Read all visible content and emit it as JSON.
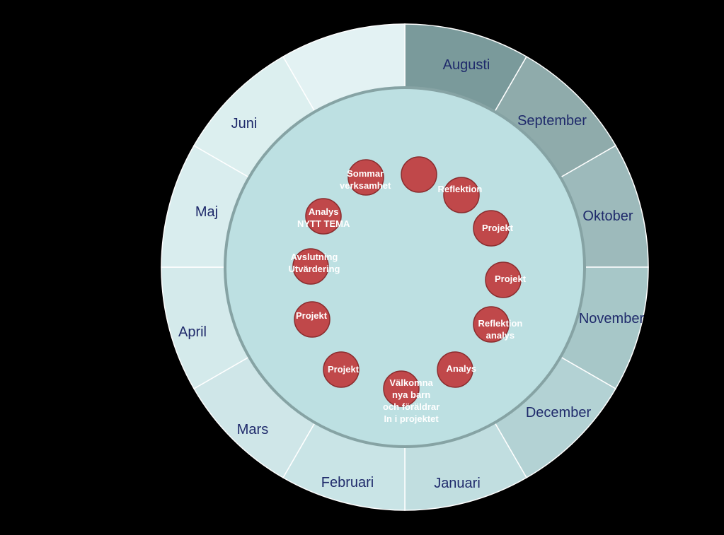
{
  "diagram": {
    "months": [
      {
        "label": "Augusti",
        "color": "#7a9a9b"
      },
      {
        "label": "September",
        "color": "#8fabab"
      },
      {
        "label": "Oktober",
        "color": "#9dbabb"
      },
      {
        "label": "November",
        "color": "#a7c7c8"
      },
      {
        "label": "December",
        "color": "#b3d2d4"
      },
      {
        "label": "Januari",
        "color": "#c1dee0"
      },
      {
        "label": "Februari",
        "color": "#c9e4e6"
      },
      {
        "label": "Mars",
        "color": "#cfe6e8"
      },
      {
        "label": "April",
        "color": "#d4eaeb"
      },
      {
        "label": "Maj",
        "color": "#d9edee"
      },
      {
        "label": "Juni",
        "color": "#dcefef"
      },
      {
        "label": "",
        "color": "#e3f2f3"
      }
    ],
    "activities": [
      {
        "label": ""
      },
      {
        "label": "Reflektion"
      },
      {
        "label": "Projekt"
      },
      {
        "label": "Projekt"
      },
      {
        "label": "Reflektion\nanalys"
      },
      {
        "label": "Analys"
      },
      {
        "label": "Välkomna\nnya barn\noch föräldrar\nIn i projektet"
      },
      {
        "label": "Projekt"
      },
      {
        "label": "Projekt"
      },
      {
        "label": "Avslutning\nUtvärdering"
      },
      {
        "label": "Analys\nNYTT TEMA"
      },
      {
        "label": "Sommar\nverksamhet"
      }
    ],
    "colors": {
      "inner_disc": "#bde0e2",
      "ring_border": "#86a3a4",
      "activity_circle": "#c0484a",
      "activity_stroke": "#8a2c2e"
    }
  }
}
